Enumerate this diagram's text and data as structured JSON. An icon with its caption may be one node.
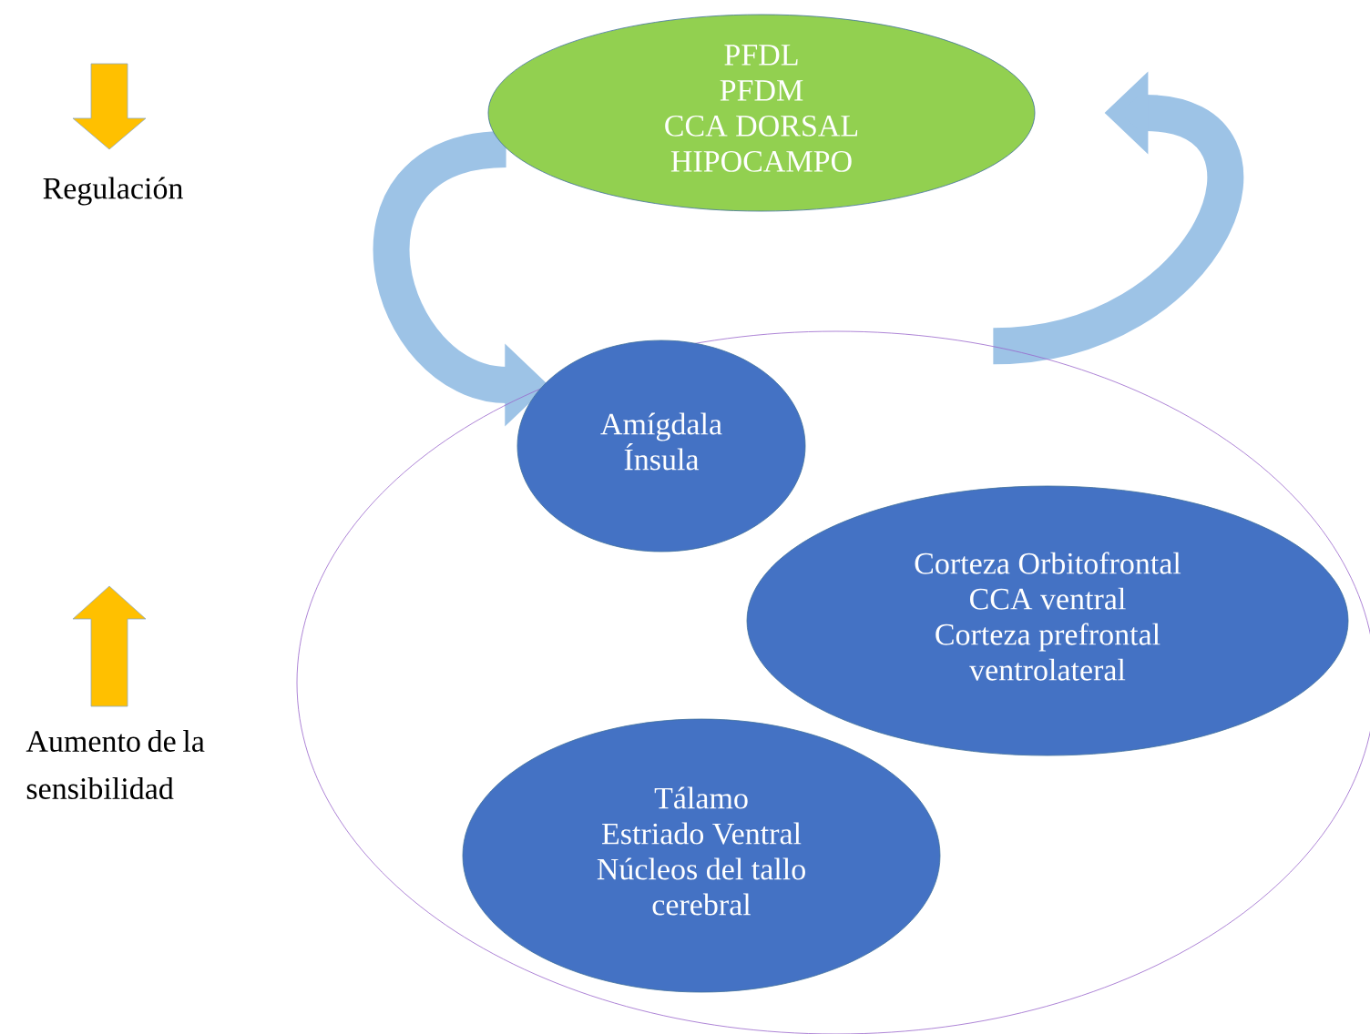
{
  "diagram": {
    "nodes": [
      {
        "text": [
          "PFDL",
          "PFDM",
          "CCA DORSAL",
          "HIPOCAMPO"
        ]
      },
      {
        "text": [],
        "shape": "circle"
      },
      {
        "text": [
          "Amígdala",
          "Ínsula"
        ],
        "in": 1
      },
      {
        "text": [
          "Corteza Orbitofrontal",
          "CCA ventral",
          "Corteza prefrontal ventrolateral"
        ],
        "in": 1
      },
      {
        "text": [
          "Tálamo",
          "Estriado Ventral",
          "Núcleos del tallo cerebral"
        ],
        "in": 1
      }
    ],
    "edges": [
      {
        "from": 0,
        "to": 1,
        "arrow": "to"
      },
      {
        "from": 1,
        "to": 0,
        "arrow": "to"
      }
    ],
    "labels": [
      "Regulación",
      "Aumento de la sensibilidad"
    ]
  }
}
